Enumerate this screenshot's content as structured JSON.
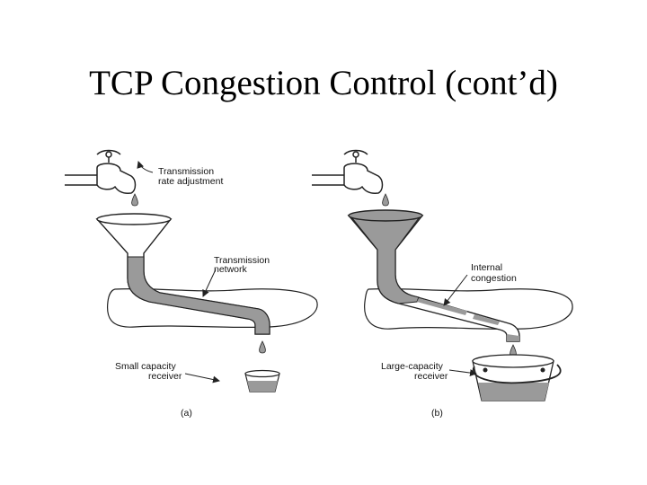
{
  "title": "TCP Congestion Control (cont’d)",
  "panel_a": {
    "label_tap_line1": "Transmission",
    "label_tap_line2": "rate adjustment",
    "label_network_line1": "Transmission",
    "label_network_line2": "network",
    "label_receiver_line1": "Small capacity",
    "label_receiver_line2": "receiver",
    "caption": "(a)"
  },
  "panel_b": {
    "label_congestion_line1": "Internal",
    "label_congestion_line2": "congestion",
    "label_receiver_line1": "Large-capacity",
    "label_receiver_line2": "receiver",
    "caption": "(b)"
  },
  "colors": {
    "water": "#9a9a9a",
    "ink": "#222222"
  }
}
